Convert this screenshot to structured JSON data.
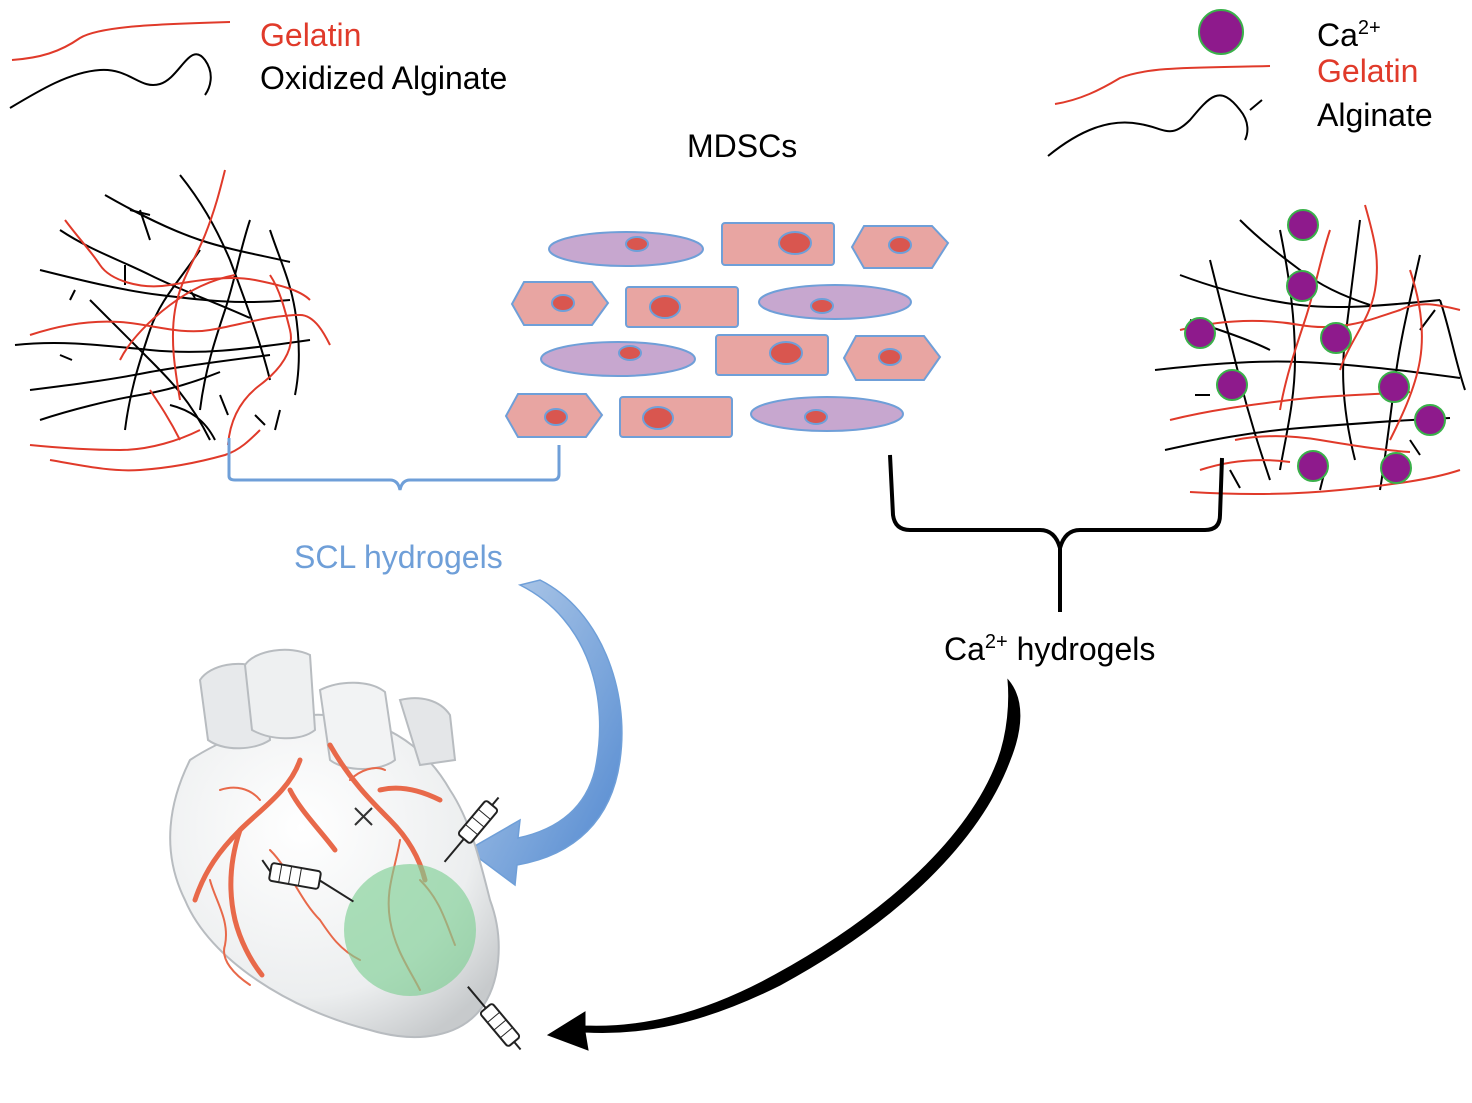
{
  "legend_left": {
    "gelatin_label": "Gelatin",
    "alginate_label": "Oxidized Alginate"
  },
  "legend_right": {
    "calcium_label": "Ca",
    "calcium_sup": "2+",
    "gelatin_label": "Gelatin",
    "alginate_label": "Alginate"
  },
  "cells": {
    "label": "MDSCs"
  },
  "scl": {
    "label": "SCL hydrogels"
  },
  "ca_hydrogel": {
    "prefix": "Ca",
    "sup": "2+",
    "suffix": " hydrogels"
  },
  "colors": {
    "gelatin": "#e03a2a",
    "alginate": "#000000",
    "calcium": "#8e1a8c",
    "calcium_ring": "#3ab04a",
    "cell_pink": "#e8a5a2",
    "cell_lavender": "#c7a7cf",
    "cell_border": "#6f9fd8",
    "nucleus": "#d9564f",
    "scl_blue": "#6f9fd8",
    "heart_green": "#7fcf95",
    "artery": "#e8694a"
  },
  "icons": {
    "heart": "heart-illustration",
    "syringe": "syringe-icon",
    "blockage": "x-mark-icon"
  }
}
